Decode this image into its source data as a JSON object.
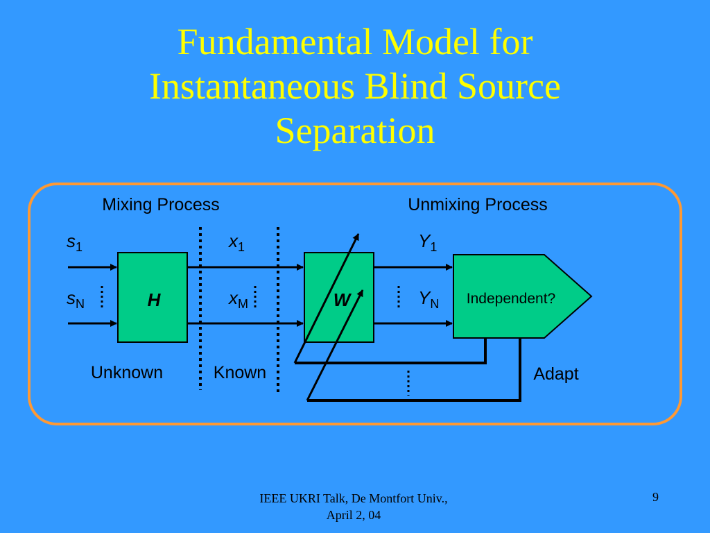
{
  "slide": {
    "title_lines": [
      "Fundamental Model for",
      "Instantaneous Blind Source",
      "Separation"
    ],
    "footer_lines": [
      "IEEE UKRI Talk, De Montfort Univ.,",
      "April 2, 04"
    ],
    "page_number": "9"
  },
  "diagram": {
    "mixing_label": "Mixing Process",
    "unmixing_label": "Unmixing Process",
    "s_symbol": "s",
    "s1_sub": "1",
    "sN_sub": "N",
    "x_symbol": "x",
    "x1_sub": "1",
    "xM_sub": "M",
    "y_symbol": "Y",
    "y1_sub": "1",
    "yN_sub": "N",
    "h_label": "H",
    "w_label": "W",
    "independent_label": "Independent?",
    "unknown_label": "Unknown",
    "known_label": "Known",
    "adapt_label": "Adapt"
  },
  "colors": {
    "background": "#3399ff",
    "title": "#ffff00",
    "frame_border": "#ff9933",
    "block_fill": "#00cc88",
    "line": "#000000"
  }
}
